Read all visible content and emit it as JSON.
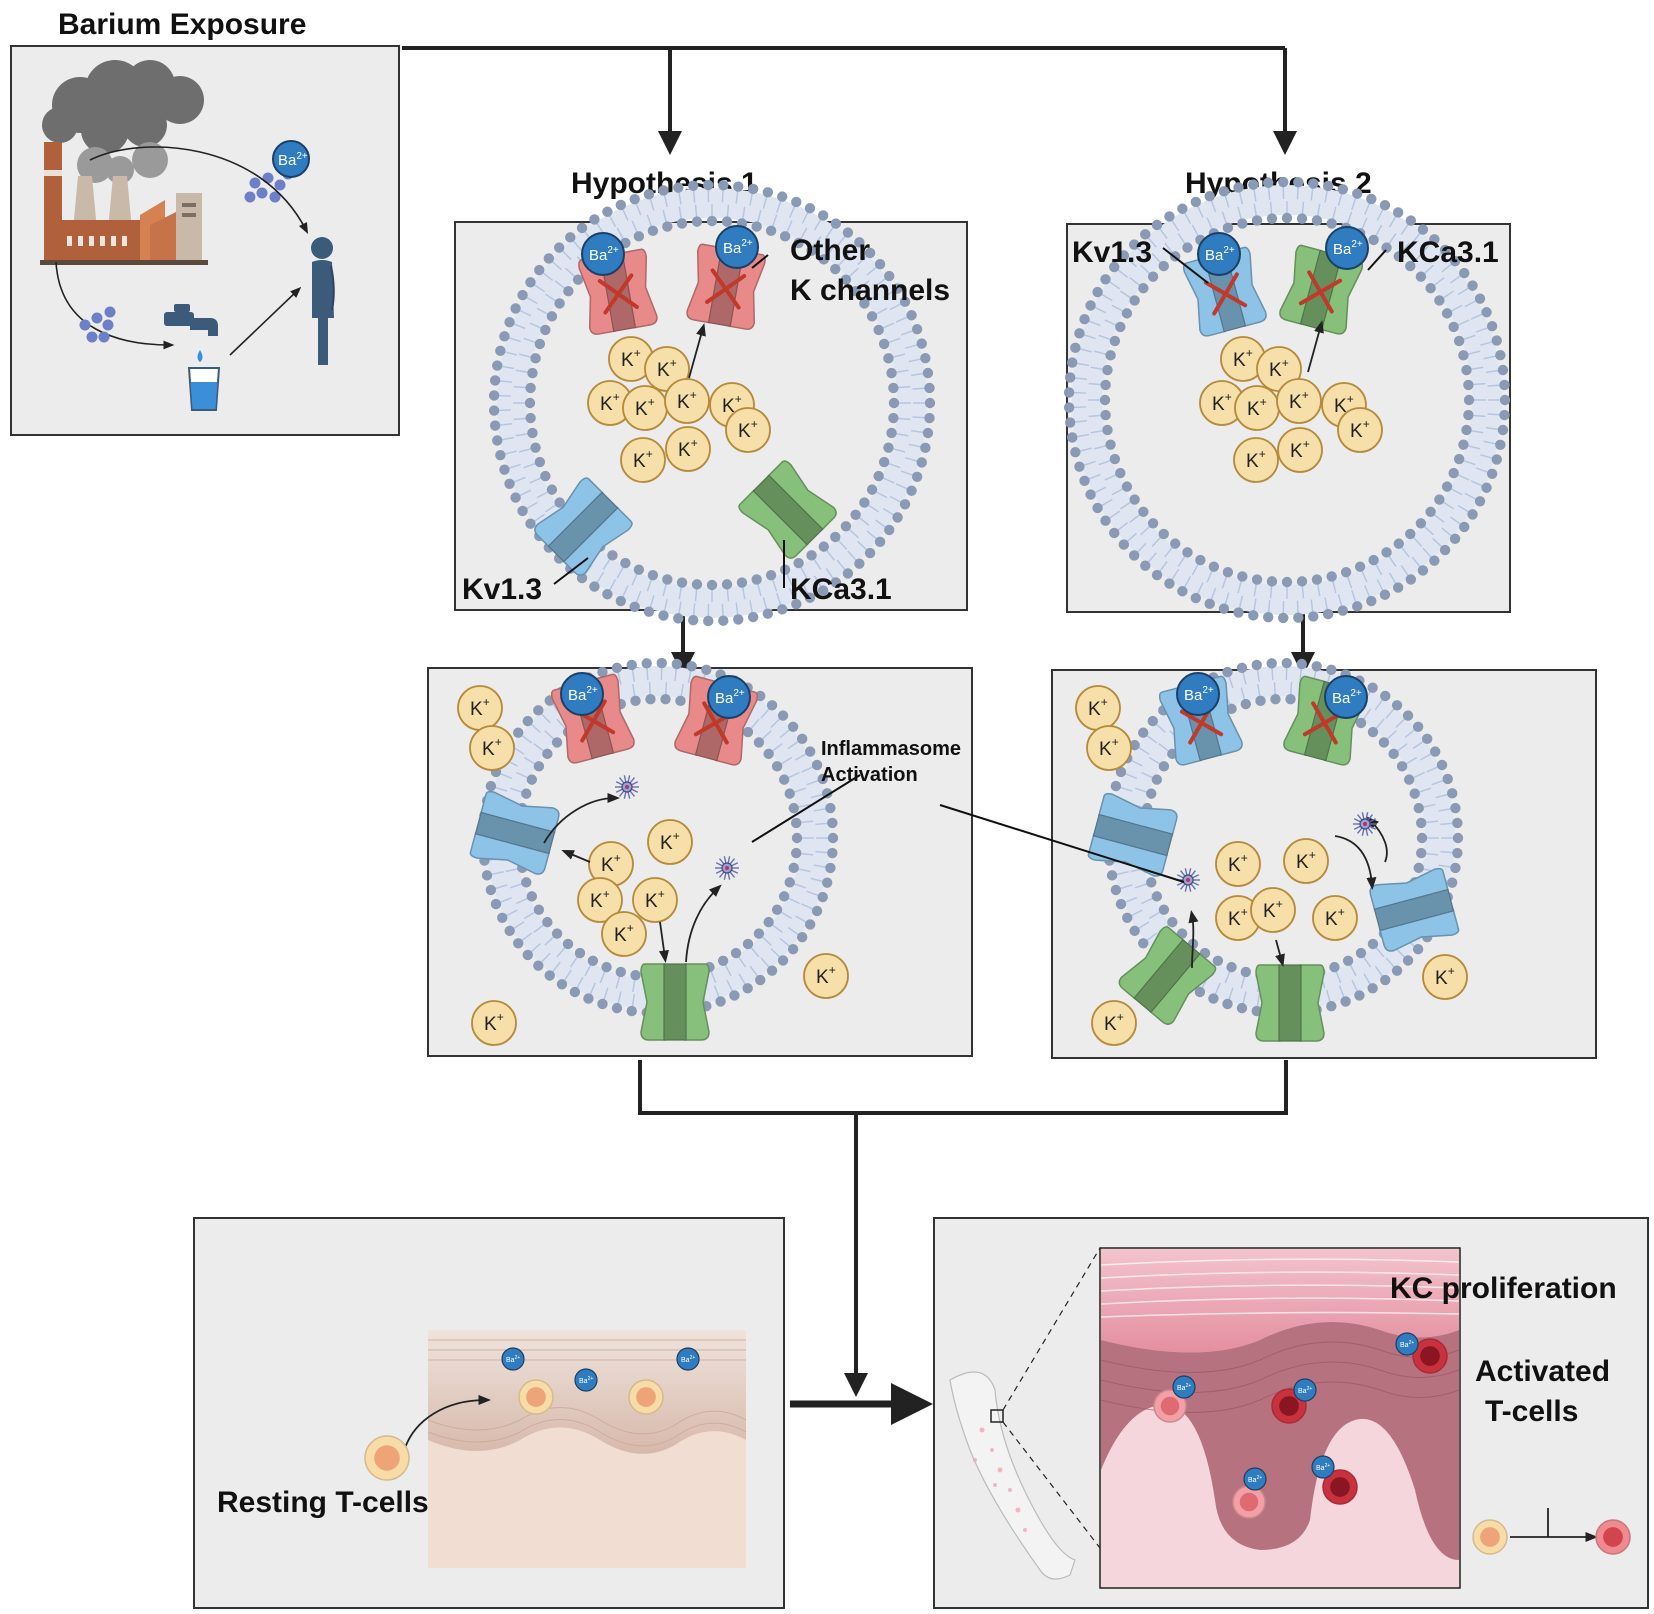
{
  "colors": {
    "panel_bg": "#ececec",
    "panel_border": "#333333",
    "membrane_dot": "#8a9ab5",
    "lipid_tail": "#b7c6de",
    "kv_channel": "#8cc3e6",
    "kca_channel": "#86c07a",
    "other_channel": "#e88a8a",
    "block_x": "#c0392b",
    "k_ion_fill": "#f6dfa8",
    "k_ion_stroke": "#b58a3a",
    "ba_fill": "#2f7cc0"
  },
  "icons": [
    "factory-icon",
    "smoke-icon",
    "faucet-icon",
    "water-glass-icon",
    "person-icon",
    "arm-icon",
    "skin-layer-icon",
    "inflammasome-icon",
    "t-cell-icon"
  ],
  "exposure": {
    "title": "Barium Exposure",
    "ba_label": "Ba",
    "ba_charge": "2+"
  },
  "hypothesis1": {
    "title": "Hypothesis 1",
    "other_label_line1": "Other",
    "other_label_line2": "K channels",
    "kv_label": "Kv1.3",
    "kca_label": "KCa3.1"
  },
  "hypothesis2": {
    "title": "Hypothesis 2",
    "kv_label": "Kv1.3",
    "kca_label": "KCa3.1"
  },
  "ions": {
    "k_label": "K",
    "k_charge": "+",
    "ba_label": "Ba",
    "ba_charge": "2+"
  },
  "inflammasome": {
    "line1": "Inflammasome",
    "line2": "Activation"
  },
  "bottom": {
    "resting_label": "Resting T-cells",
    "kc_label": "KC proliferation",
    "activated_line1": "Activated",
    "activated_line2": "T-cells"
  }
}
